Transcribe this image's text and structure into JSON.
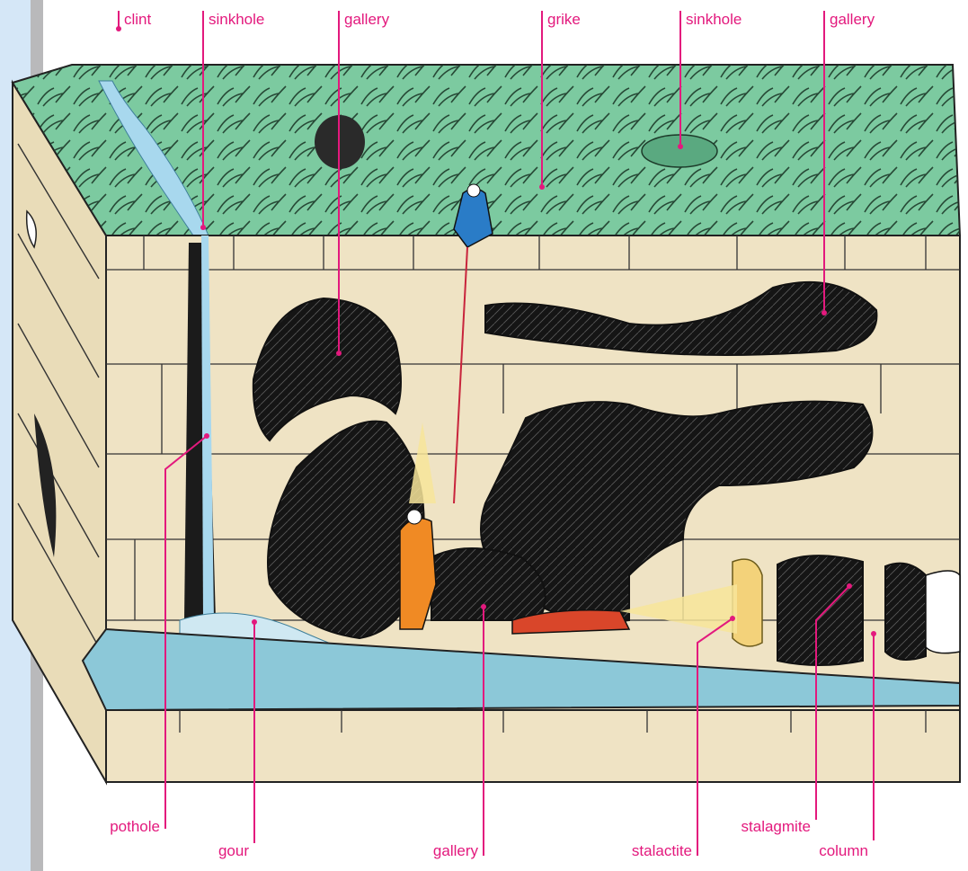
{
  "colors": {
    "accent": "#e3197d",
    "side_strip": "#d5e7f7",
    "grass": "#7ccaa0",
    "rock": "#efe3c4",
    "water": "#8cc8d8",
    "cave": "#1b1b1b"
  },
  "labels": {
    "top": {
      "clint": "clint",
      "sinkhole_left": "sinkhole",
      "gallery_upper": "gallery",
      "grike": "grike",
      "sinkhole_right": "sinkhole",
      "gallery_right": "gallery"
    },
    "bottom": {
      "pothole": "pothole",
      "gour": "gour",
      "gallery_lower": "gallery",
      "stalactite": "stalactite",
      "stalagmite": "stalagmite",
      "column": "column"
    }
  }
}
